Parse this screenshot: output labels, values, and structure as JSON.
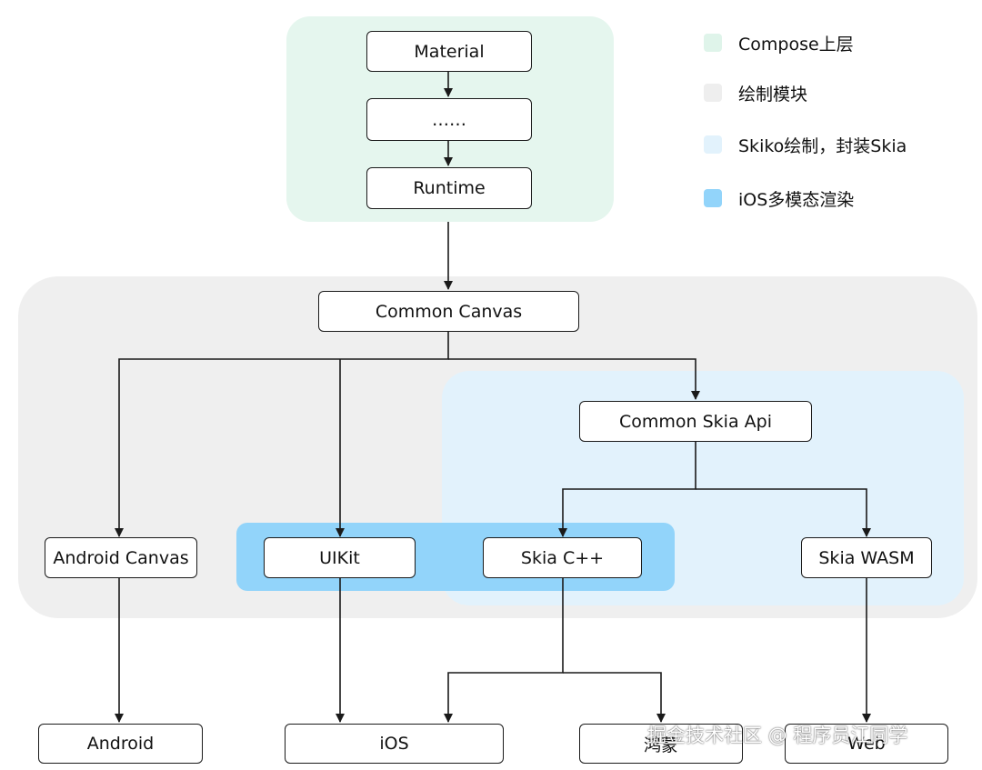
{
  "colors": {
    "compose_layer": "#e5f6ee",
    "drawing_module": "#efefef",
    "skiko_drawing": "#e2f2fc",
    "ios_multimodal": "#92d4fa",
    "node_border": "#1a1a1a",
    "edge": "#1a1a1a"
  },
  "legend": [
    {
      "label": "Compose上层",
      "color": "#dff4ea"
    },
    {
      "label": "绘制模块",
      "color": "#eeeeee"
    },
    {
      "label": "Skiko绘制，封装Skia",
      "color": "#e2f2fc"
    },
    {
      "label": "iOS多模态渲染",
      "color": "#92d4fa"
    }
  ],
  "nodes": {
    "material": "Material",
    "ellipsis": "……",
    "runtime": "Runtime",
    "common_canvas": "Common Canvas",
    "common_skia_api": "Common Skia Api",
    "android_canvas": "Android Canvas",
    "uikit": "UIKit",
    "skia_cpp": "Skia C++",
    "skia_wasm": "Skia WASM",
    "android": "Android",
    "ios": "iOS",
    "hongmeng": "鸿蒙",
    "web": "Web"
  },
  "edges": [
    {
      "from": "material",
      "to": "ellipsis"
    },
    {
      "from": "ellipsis",
      "to": "runtime"
    },
    {
      "from": "runtime",
      "to": "common_canvas"
    },
    {
      "from": "common_canvas",
      "to": "android_canvas"
    },
    {
      "from": "common_canvas",
      "to": "uikit"
    },
    {
      "from": "common_canvas",
      "to": "common_skia_api"
    },
    {
      "from": "common_skia_api",
      "to": "skia_cpp"
    },
    {
      "from": "common_skia_api",
      "to": "skia_wasm"
    },
    {
      "from": "android_canvas",
      "to": "android"
    },
    {
      "from": "uikit",
      "to": "ios"
    },
    {
      "from": "skia_cpp",
      "to": "ios"
    },
    {
      "from": "skia_cpp",
      "to": "hongmeng"
    },
    {
      "from": "skia_wasm",
      "to": "web"
    }
  ],
  "watermark": "掘金技术社区 @ 程序员江同学"
}
